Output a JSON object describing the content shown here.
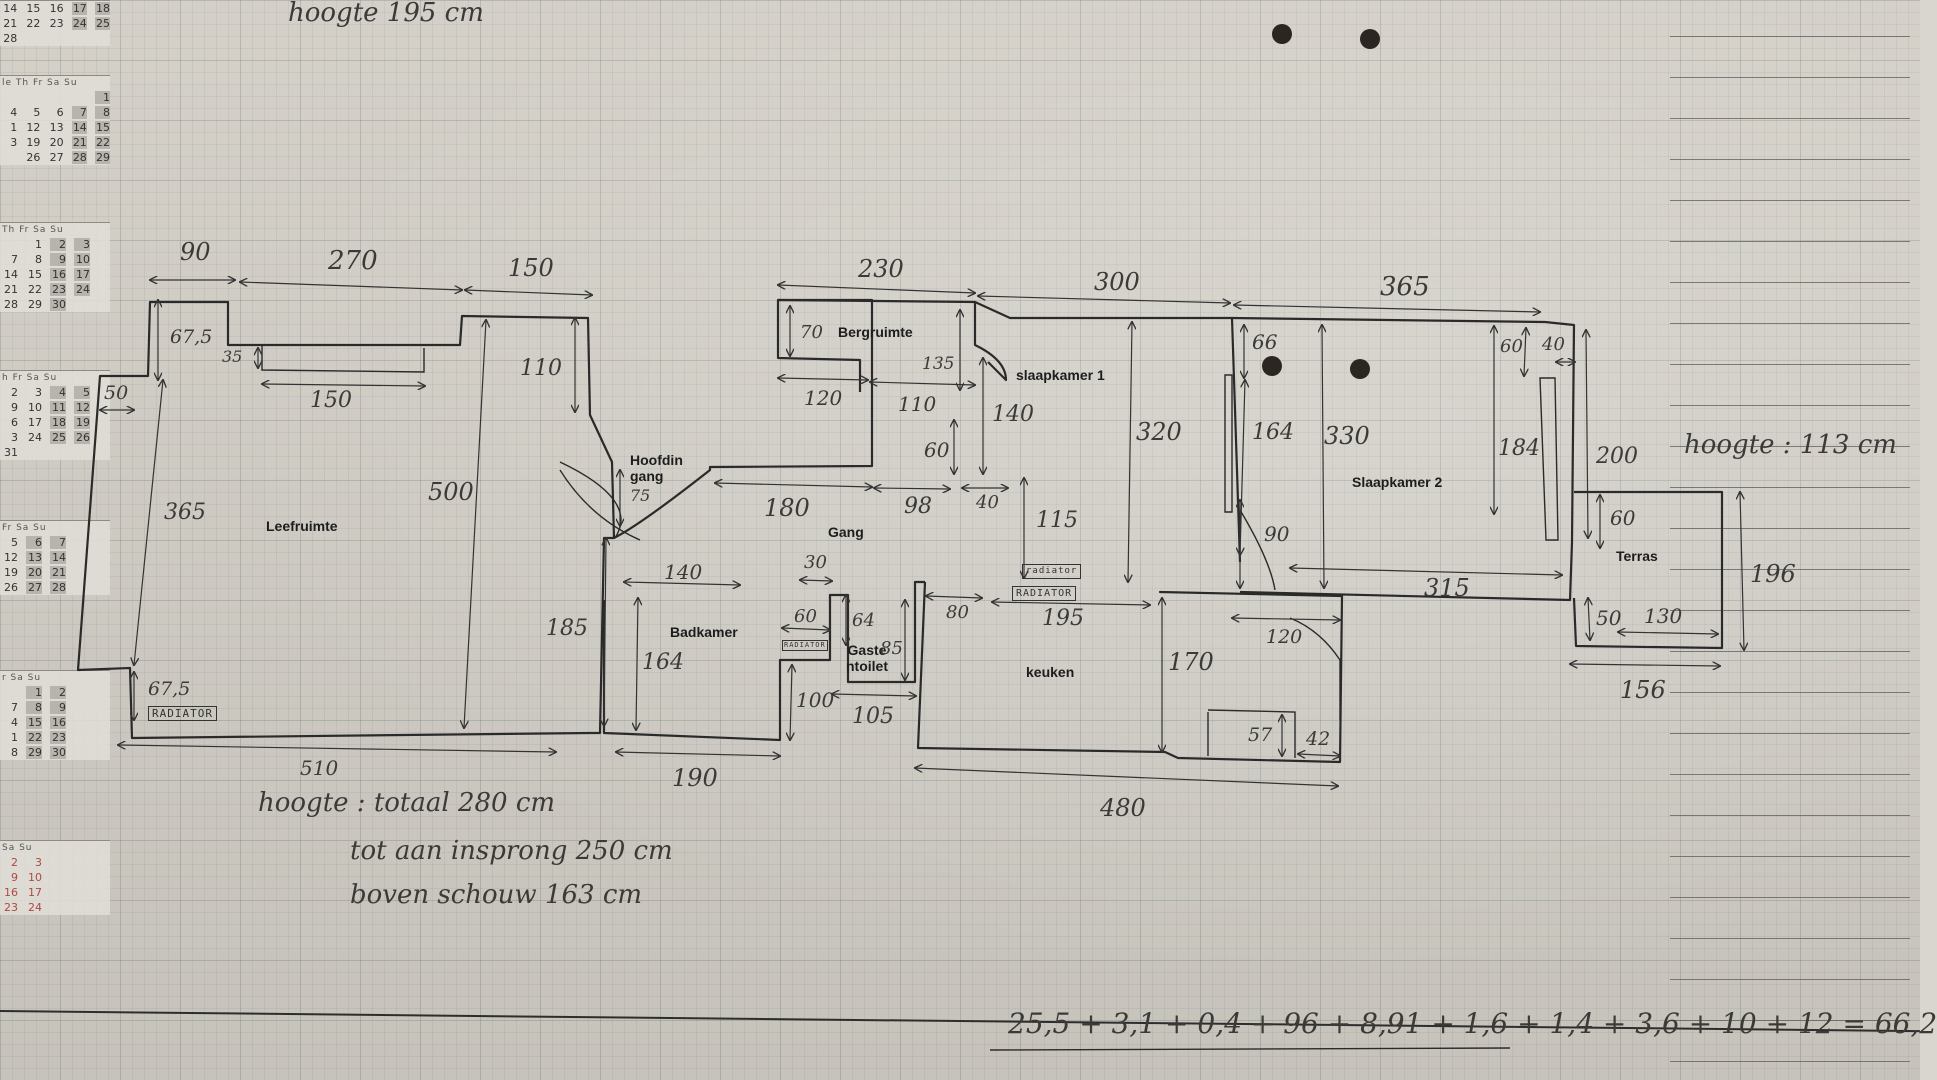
{
  "header": {
    "height_note": "hoogte 195 cm"
  },
  "calendar": {
    "blocks": [
      {
        "head": "",
        "rows": [
          [
            "14",
            "15",
            "16",
            "17",
            "18"
          ],
          [
            "21",
            "22",
            "23",
            "24",
            "25"
          ],
          [
            "28",
            "",
            "",
            "",
            ""
          ]
        ]
      },
      {
        "head": "le Th Fr Sa Su",
        "rows": [
          [
            "",
            "",
            "",
            "",
            "1"
          ],
          [
            "4",
            "5",
            "6",
            "7",
            "8"
          ],
          [
            "1",
            "12",
            "13",
            "14",
            "15"
          ],
          [
            "3",
            "19",
            "20",
            "21",
            "22"
          ],
          [
            "",
            "26",
            "27",
            "28",
            "29"
          ]
        ]
      },
      {
        "head": "Th Fr Sa Su",
        "rows": [
          [
            "",
            "1",
            "2",
            "3"
          ],
          [
            "7",
            "8",
            "9",
            "10"
          ],
          [
            "14",
            "15",
            "16",
            "17"
          ],
          [
            "21",
            "22",
            "23",
            "24"
          ],
          [
            "28",
            "29",
            "30",
            ""
          ]
        ]
      },
      {
        "head": "h Fr Sa Su",
        "rows": [
          [
            "2",
            "3",
            "4",
            "5"
          ],
          [
            "9",
            "10",
            "11",
            "12"
          ],
          [
            "6",
            "17",
            "18",
            "19"
          ],
          [
            "3",
            "24",
            "25",
            "26"
          ],
          [
            "31",
            "",
            "",
            ""
          ]
        ]
      },
      {
        "head": "Fr Sa Su",
        "rows": [
          [
            "5",
            "6",
            "7"
          ],
          [
            "12",
            "13",
            "14"
          ],
          [
            "19",
            "20",
            "21"
          ],
          [
            "26",
            "27",
            "28"
          ]
        ]
      },
      {
        "head": "r Sa Su",
        "rows": [
          [
            "",
            "1",
            "2"
          ],
          [
            "7",
            "8",
            "9"
          ],
          [
            "4",
            "15",
            "16"
          ],
          [
            "1",
            "22",
            "23"
          ],
          [
            "8",
            "29",
            "30"
          ]
        ]
      },
      {
        "head": "Sa Su",
        "rows": [
          [
            "2",
            "3"
          ],
          [
            "9",
            "10"
          ],
          [
            "16",
            "17"
          ],
          [
            "23",
            "24"
          ]
        ]
      }
    ]
  },
  "rooms": {
    "leefruimte": "Leefruimte",
    "hoofdingang": "Hoofdin\ngang",
    "bergruimte": "Bergruimte",
    "slaapkamer1": "slaapkamer 1",
    "slaapkamer2": "Slaapkamer 2",
    "gang": "Gang",
    "badkamer": "Badkamer",
    "gastentoilet": "Gaste\nntoilet",
    "keuken": "keuken",
    "terras": "Terras"
  },
  "radiators": {
    "leefruimte": "RADIATOR",
    "keuken": "RADIATOR",
    "keuken_top": "radiator",
    "toilet": "RADIATOR"
  },
  "dimensions": {
    "d90": "90",
    "d270": "270",
    "d150top": "150",
    "d230": "230",
    "d300": "300",
    "d365top": "365",
    "d67_5top": "67,5",
    "d35": "35",
    "d150mid": "150",
    "d50": "50",
    "d110": "110",
    "d365left": "365",
    "d500": "500",
    "d67_5bot": "67,5",
    "d510": "510",
    "d70": "70",
    "d120": "120",
    "d135": "135",
    "d110b": "110",
    "d140v": "140",
    "d60": "60",
    "d320": "320",
    "d66": "66",
    "d164r": "164",
    "d330": "330",
    "d60r": "60",
    "d40r": "40",
    "d184": "184",
    "d200": "200",
    "d180": "180",
    "d98": "98",
    "d40": "40",
    "d115": "115",
    "d75": "75",
    "d140h": "140",
    "d185": "185",
    "d164": "164",
    "d190": "190",
    "d30": "30",
    "d60b": "60",
    "d64": "64",
    "d85": "85",
    "d100": "100",
    "d105": "105",
    "d80": "80",
    "d195": "195",
    "d170": "170",
    "d57": "57",
    "d42": "42",
    "d480": "480",
    "d90r": "90",
    "d120r": "120",
    "d315": "315",
    "d60t": "60",
    "d50t": "50",
    "d130": "130",
    "d156": "156",
    "d196": "196"
  },
  "notes": {
    "terras_height": "hoogte : 113 cm",
    "total_height": "hoogte : totaal  280 cm",
    "to_step": "tot aan insprong  250 cm",
    "above_shower": "boven schouw  163 cm"
  },
  "sum_line": "25,5 + 3,1 + 0,4 + 96 + 8,91 + 1,6 + 1,4 + 3,6 + 10 + 12 = 66,2"
}
